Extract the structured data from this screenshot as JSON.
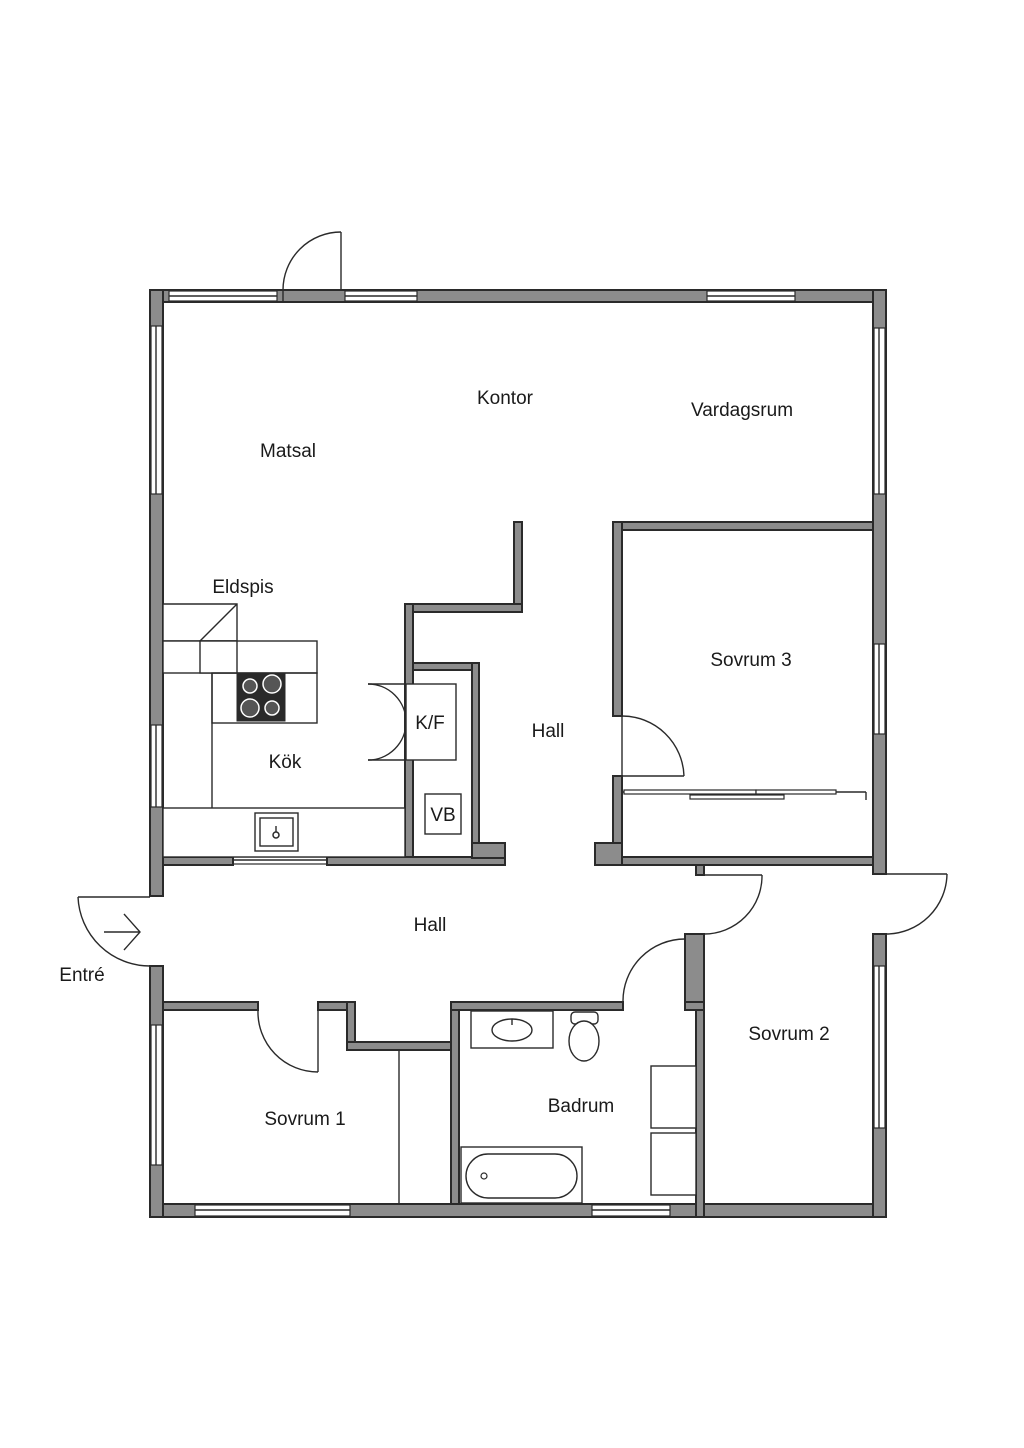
{
  "rooms": {
    "matsal": "Matsal",
    "kontor": "Kontor",
    "vardagsrum": "Vardagsrum",
    "eldspis": "Eldspis",
    "kok": "Kök",
    "kf": "K/F",
    "vb": "VB",
    "hall_upper": "Hall",
    "hall_lower": "Hall",
    "sovrum3": "Sovrum 3",
    "sovrum2": "Sovrum 2",
    "sovrum1": "Sovrum 1",
    "badrum": "Badrum",
    "entre": "Entré"
  },
  "colors": {
    "wall_fill": "#8c8c8c",
    "line": "#2a2a2a",
    "background": "#ffffff"
  }
}
